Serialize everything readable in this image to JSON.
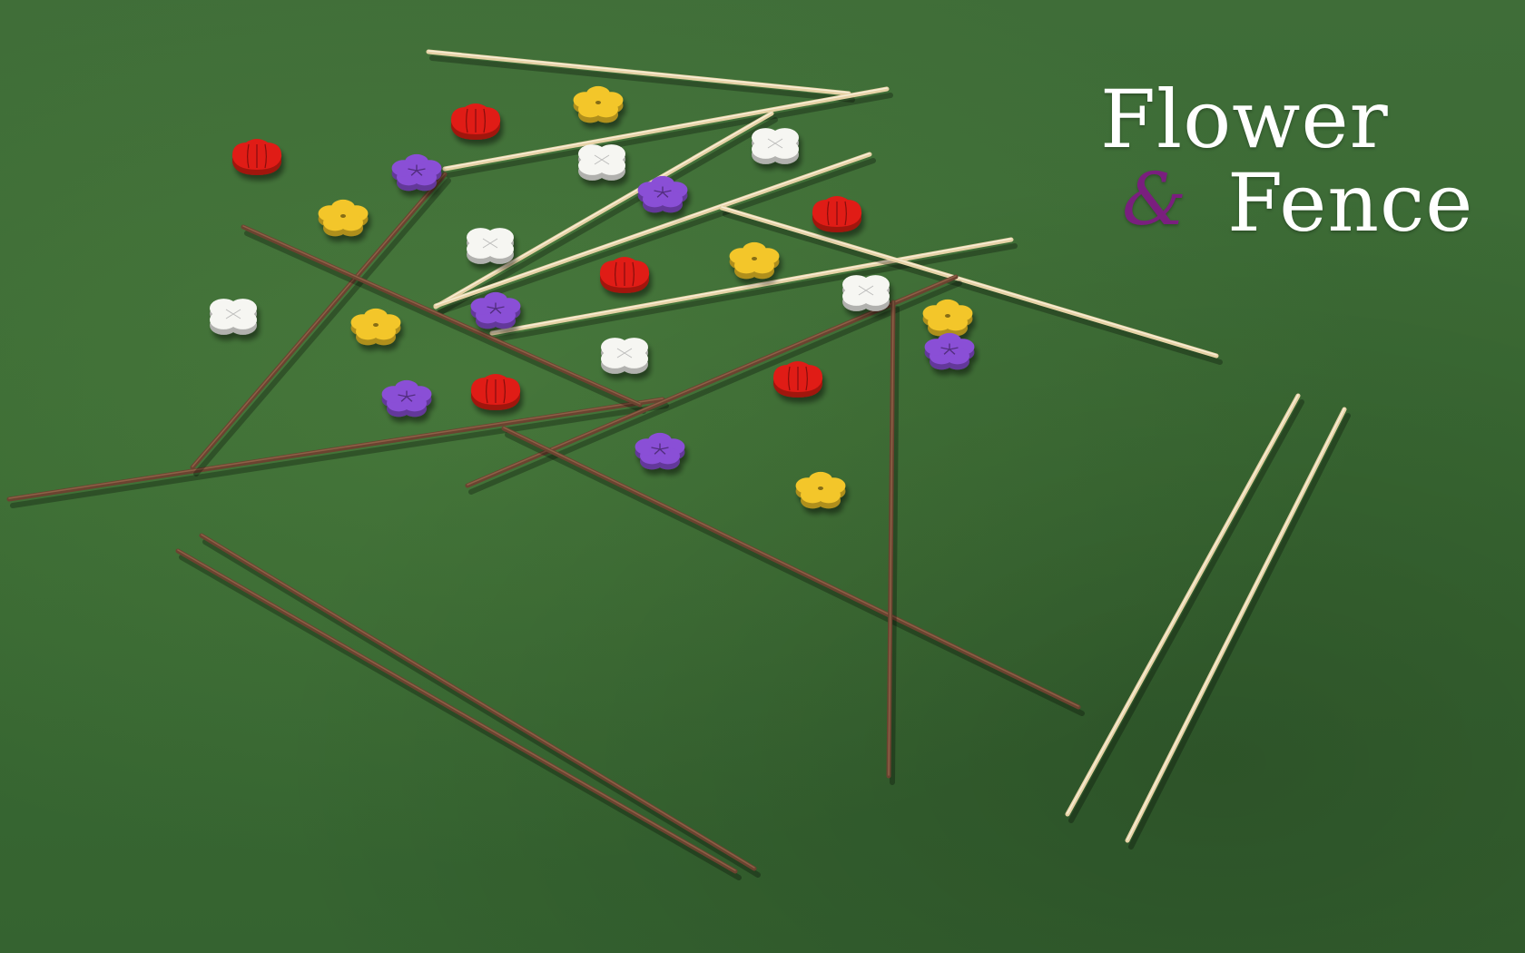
{
  "title": {
    "word1": "Flower",
    "ampersand": "&",
    "word2": "Fence"
  },
  "colors": {
    "felt": "#3d6b35",
    "stick_light": "#e6d2a6",
    "stick_dark": "#6b4330",
    "red": "#e01a14",
    "yellow": "#f3c62a",
    "white": "#f6f6f2",
    "purple": "#8a4fd6",
    "ampersand": "#7a1f7e"
  },
  "pieces": {
    "flowers": [
      {
        "kind": "red-tulip",
        "color": "red"
      },
      {
        "kind": "red-tulip",
        "color": "red"
      },
      {
        "kind": "red-tulip",
        "color": "red"
      },
      {
        "kind": "red-tulip",
        "color": "red"
      },
      {
        "kind": "red-tulip",
        "color": "red"
      },
      {
        "kind": "red-tulip",
        "color": "red"
      },
      {
        "kind": "yellow-flower",
        "color": "yellow"
      },
      {
        "kind": "yellow-flower",
        "color": "yellow"
      },
      {
        "kind": "yellow-flower",
        "color": "yellow"
      },
      {
        "kind": "yellow-flower",
        "color": "yellow"
      },
      {
        "kind": "yellow-flower",
        "color": "yellow"
      },
      {
        "kind": "yellow-flower",
        "color": "yellow"
      },
      {
        "kind": "white-clover",
        "color": "white"
      },
      {
        "kind": "white-clover",
        "color": "white"
      },
      {
        "kind": "white-clover",
        "color": "white"
      },
      {
        "kind": "white-clover",
        "color": "white"
      },
      {
        "kind": "white-clover",
        "color": "white"
      },
      {
        "kind": "white-clover",
        "color": "white"
      },
      {
        "kind": "purple-flower",
        "color": "purple"
      },
      {
        "kind": "purple-flower",
        "color": "purple"
      },
      {
        "kind": "purple-flower",
        "color": "purple"
      },
      {
        "kind": "purple-flower",
        "color": "purple"
      },
      {
        "kind": "purple-flower",
        "color": "purple"
      },
      {
        "kind": "purple-flower",
        "color": "purple"
      }
    ],
    "fence_sticks": [
      {
        "shade": "light"
      },
      {
        "shade": "light"
      },
      {
        "shade": "light"
      },
      {
        "shade": "light"
      },
      {
        "shade": "light"
      },
      {
        "shade": "light"
      },
      {
        "shade": "light"
      },
      {
        "shade": "light"
      },
      {
        "shade": "dark"
      },
      {
        "shade": "dark"
      },
      {
        "shade": "dark"
      },
      {
        "shade": "dark"
      },
      {
        "shade": "dark"
      },
      {
        "shade": "dark"
      },
      {
        "shade": "dark"
      },
      {
        "shade": "dark"
      },
      {
        "shade": "dark"
      },
      {
        "shade": "dark"
      }
    ]
  }
}
